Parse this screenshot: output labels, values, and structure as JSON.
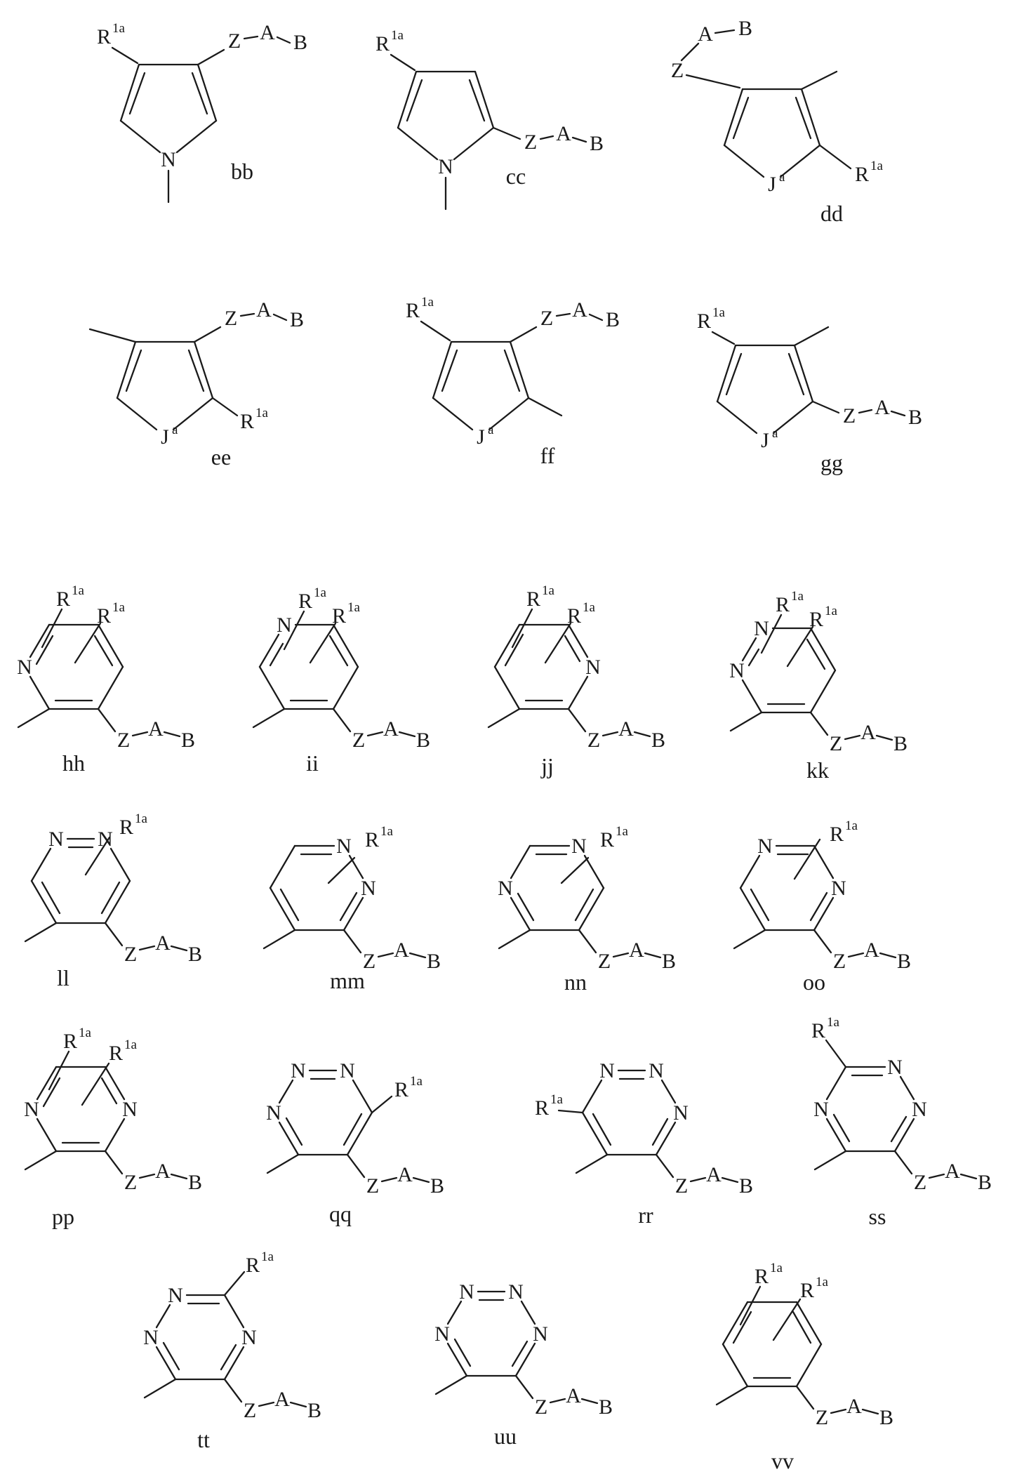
{
  "figure": {
    "ink_color": "#1a1a1a",
    "background_color": "#ffffff"
  },
  "atoms": {
    "R": "R",
    "sup_1a": "1a",
    "Z": "Z",
    "A": "A",
    "B": "B",
    "N": "N",
    "J": "J",
    "sup_a": "a"
  },
  "structure_labels": {
    "bb": "bb",
    "cc": "cc",
    "dd": "dd",
    "ee": "ee",
    "ff": "ff",
    "gg": "gg",
    "hh": "hh",
    "ii": "ii",
    "jj": "jj",
    "kk": "kk",
    "ll": "ll",
    "mm": "mm",
    "nn": "nn",
    "oo": "oo",
    "pp": "pp",
    "qq": "qq",
    "rr": "rr",
    "ss": "ss",
    "tt": "tt",
    "uu": "uu",
    "vv": "vv"
  }
}
